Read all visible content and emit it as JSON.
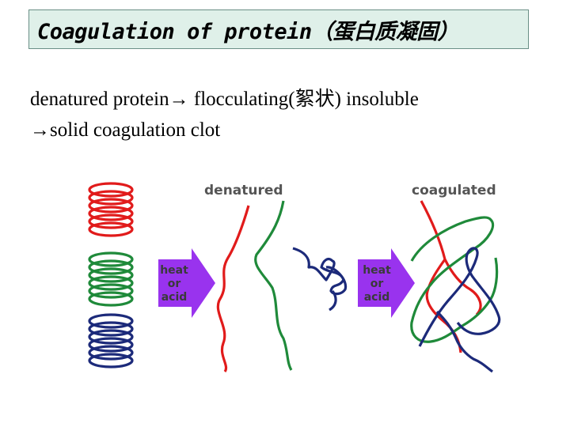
{
  "title": "Coagulation of protein（蛋白质凝固）",
  "description": {
    "line1": "denatured protein→ flocculating(絮状) insoluble",
    "line2": "→solid coagulation clot"
  },
  "diagram": {
    "label_denatured": "denatured",
    "label_coagulated": "coagulated",
    "arrow1": {
      "line1": "heat",
      "line2": "or",
      "line3": "acid"
    },
    "arrow2": {
      "line1": "heat",
      "line2": "or",
      "line3": "acid"
    },
    "colors": {
      "red": "#e11b1b",
      "green": "#1f8a3a",
      "navy": "#1c2a7a",
      "arrow": "#9933ee"
    }
  }
}
